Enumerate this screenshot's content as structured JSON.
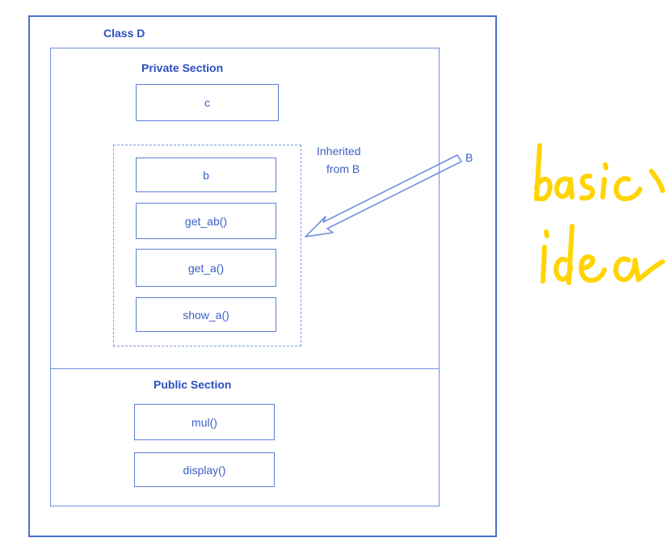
{
  "diagram": {
    "class_title": "Class D",
    "private_section": {
      "title": "Private Section",
      "member": "c"
    },
    "inherited_group": {
      "note_line1": "Inherited",
      "note_line2": "from B",
      "members": [
        "b",
        "get_ab()",
        "get_a()",
        "show_a()"
      ]
    },
    "arrow_label": "B",
    "public_section": {
      "title": "Public Section",
      "members": [
        "mul()",
        "display()"
      ]
    },
    "handwritten_note": "basic idea",
    "colors": {
      "line": "#4a6fd4",
      "text": "#3a5fc8",
      "handwriting": "#ffd400"
    }
  }
}
